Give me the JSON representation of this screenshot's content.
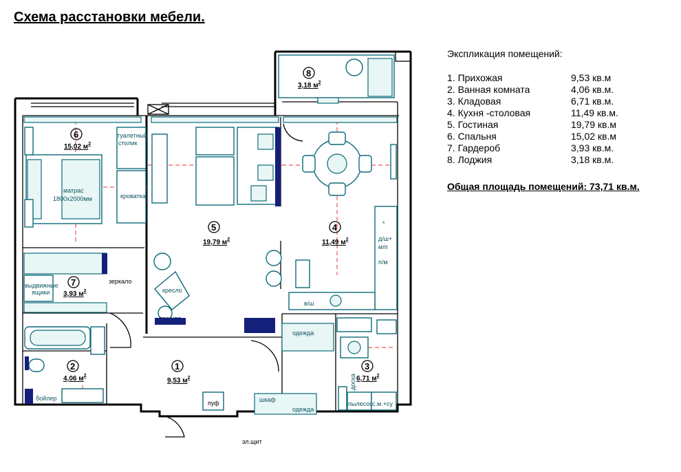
{
  "title": "Схема расстановки мебели.",
  "legend": {
    "heading": "Экспликация помещений:",
    "rooms": [
      {
        "name": "1. Прихожая",
        "area": "9,53 кв.м"
      },
      {
        "name": "2. Ванная комната",
        "area": "4,06 кв.м."
      },
      {
        "name": "3. Кладовая",
        "area": "6,71 кв.м."
      },
      {
        "name": "4. Кухня -столовая",
        "area": "11,49 кв.м."
      },
      {
        "name": "5. Гостиная",
        "area": "19,79 кв.м"
      },
      {
        "name": "6. Спальня",
        "area": "15,02 кв.м"
      },
      {
        "name": "7. Гардероб",
        "area": "3,93 кв.м."
      },
      {
        "name": "8. Лоджия",
        "area": "3,18 кв.м."
      }
    ],
    "total": "Общая площадь помещений: 73,71 кв.м."
  },
  "plan": {
    "rooms": [
      {
        "num": "1",
        "area": "9,53 м"
      },
      {
        "num": "2",
        "area": "4,06 м"
      },
      {
        "num": "3",
        "area": "6,71 м"
      },
      {
        "num": "4",
        "area": "11,49 м"
      },
      {
        "num": "5",
        "area": "19,79 м"
      },
      {
        "num": "6",
        "area": "15,02 м"
      },
      {
        "num": "7",
        "area": "3,93 м"
      },
      {
        "num": "8",
        "area": "3,18 м"
      }
    ],
    "sup": "2",
    "labels": {
      "table_line1": "туалетный",
      "table_line2": "столик",
      "bed_line1": "матрас",
      "bed_line2": "1800х2000мм",
      "bed": "кроватка",
      "drawers_line1": "выдвижные",
      "drawers_line2": "ящики",
      "mirror": "зеркало",
      "armchair": "кресло",
      "floorlamp": "торшер",
      "boiler": "бойлер",
      "pouf": "пуф",
      "wardrobe": "шкаф",
      "clothes": "одежда",
      "panel": "эл.щит",
      "dw": "д/ш+",
      "mp": "м/п",
      "pm": "п/м",
      "vsh": "в/ш",
      "board": "глад.доска",
      "vacuum": "пылесос",
      "wm": "с.м.+су",
      "star": "*"
    }
  }
}
